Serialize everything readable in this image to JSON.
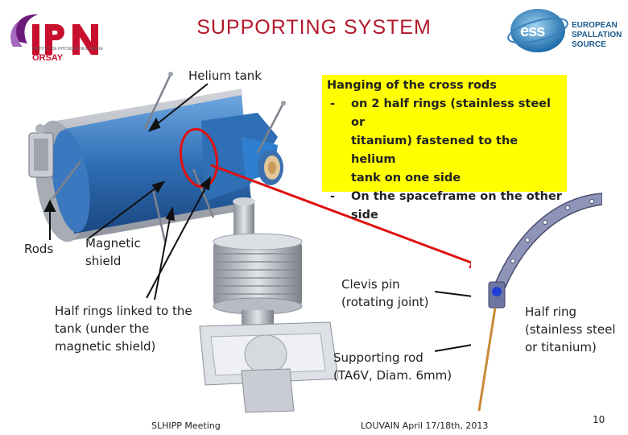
{
  "slide_title": "SUPPORTING SYSTEM",
  "logos": {
    "ipn": {
      "name": "IPN",
      "line1": "INSTITUT DE PHYSIQUE NUCLÉAIRE",
      "line2": "ORSAY"
    },
    "ess": {
      "mark": "ess",
      "line1": "EUROPEAN",
      "line2": "SPALLATION",
      "line3": "SOURCE"
    }
  },
  "labels": {
    "helium_tank": "Helium  tank",
    "rods": "Rods",
    "magnetic_shield_1": "Magnetic",
    "magnetic_shield_2": "shield",
    "half_rings_linked_1": "Half rings linked to the",
    "half_rings_linked_2": "tank (under the",
    "half_rings_linked_3": "magnetic shield)",
    "clevis_pin_1": "Clevis pin",
    "clevis_pin_2": "(rotating joint)",
    "supporting_rod_1": "Supporting rod",
    "supporting_rod_2": "(TA6V,  Diam. 6mm)",
    "half_ring_1": "Half ring",
    "half_ring_2": "(stainless steel",
    "half_ring_3": "or titanium)"
  },
  "note": {
    "heading": "Hanging of the cross rods",
    "items": [
      {
        "dash": "-",
        "line1": "on 2 half rings (stainless steel or",
        "line2": "titanium) fastened to the helium",
        "line3": "tank on one side"
      },
      {
        "dash": "-",
        "line1": "On the spaceframe on the other",
        "line2": "side"
      }
    ]
  },
  "footer": {
    "left": "SLHIPP  Meeting",
    "center": "LOUVAIN  April  17/18th, 2013",
    "page": "10"
  },
  "colors": {
    "title": "#b2182b",
    "note_bg": "#ffff00",
    "ipn_red": "#c8102e",
    "ipn_purple": "#6a1b7a",
    "ess_blue": "#1b5a8c",
    "tank_blue": "#2f6fb5",
    "highlight_red": "#e01010"
  }
}
